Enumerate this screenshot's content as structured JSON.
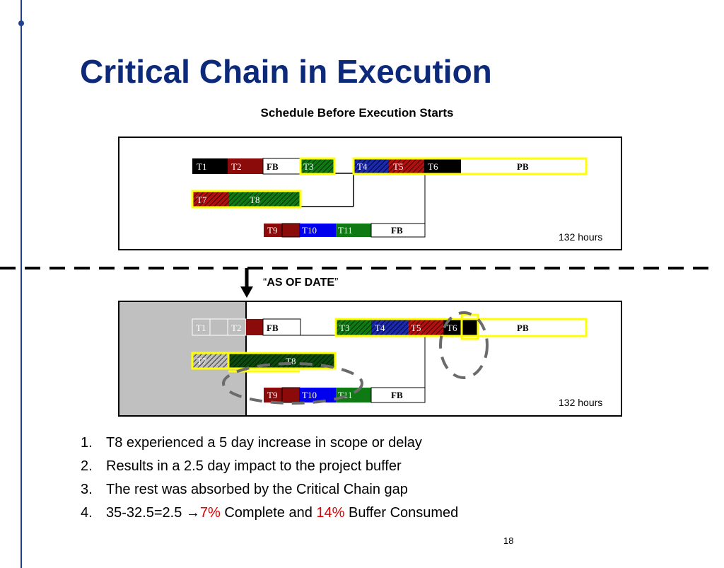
{
  "slide": {
    "title": "Critical Chain in Execution",
    "subtitle": "Schedule Before Execution Starts",
    "page_number": "18",
    "colors": {
      "title": "#0d2a7a",
      "accent_red": "#e00000",
      "buffer_outline": "#ffff00"
    }
  },
  "top_diagram": {
    "hours_label": "132 hours",
    "tasks": {
      "t1": "T1",
      "t2": "T2",
      "fb1": "FB",
      "t3": "T3",
      "t4": "T4",
      "t5": "T5",
      "t6": "T6",
      "pb": "PB",
      "t7": "T7",
      "t8": "T8",
      "t9": "T9",
      "t10": "T10",
      "t11": "T11",
      "fb2": "FB"
    }
  },
  "as_of_date": {
    "open_quote": "“",
    "label": "AS OF DATE",
    "close_quote": "”"
  },
  "bottom_diagram": {
    "hours_label": "132 hours",
    "tasks": {
      "t1": "T1",
      "t2": "T2",
      "fb1": "FB",
      "t3": "T3",
      "t4": "T4",
      "t5": "T5",
      "t6": "T6",
      "pb": "PB",
      "t7": "T7",
      "t8": "T8",
      "t9": "T9",
      "t10": "T10",
      "t11": "T11",
      "fb2": "FB"
    }
  },
  "bullets": [
    {
      "num": "1.",
      "text": "T8 experienced a 5 day increase in scope or delay"
    },
    {
      "num": "2.",
      "text": "Results in a 2.5 day impact to the project buffer"
    },
    {
      "num": "3.",
      "text": "The rest was absorbed by the Critical Chain gap"
    },
    {
      "num": "4.",
      "pre": "35-32.5=2.5 ",
      "arrow": "→",
      "pct1": "7%",
      "mid": " Complete and ",
      "pct2": "14%",
      "post": " Buffer Consumed"
    }
  ]
}
